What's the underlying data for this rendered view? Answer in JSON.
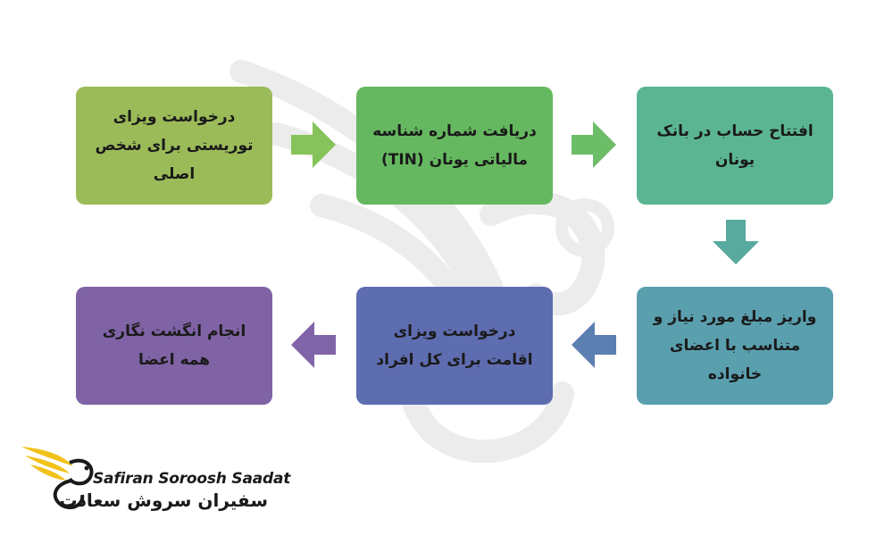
{
  "steps": [
    {
      "text": "درخواست ویزای\nتوریستی برای شخص\nاصلی",
      "color": "#9bbb59"
    },
    {
      "text": "دریافت شماره شناسه\nمالیاتی یونان (TIN)",
      "color": "#66b860"
    },
    {
      "text": "افتتاح حساب در بانک\nیونان",
      "color": "#5bb593"
    },
    {
      "text": "واریز مبلغ مورد نیاز و\nمتناسب با اعضای\nخانواده",
      "color": "#5a9fae"
    },
    {
      "text": "درخواست ویزای\nاقامت برای کل افراد",
      "color": "#5e6cb0"
    },
    {
      "text": "انجام انگشت نگاری\nهمه اعضا",
      "color": "#7f63a5"
    }
  ],
  "arrows": [
    {
      "color": "#86c35a",
      "direction": "right"
    },
    {
      "color": "#6cbd68",
      "direction": "right"
    },
    {
      "color": "#58a99e",
      "direction": "down"
    },
    {
      "color": "#5a7fb0",
      "direction": "left"
    },
    {
      "color": "#8064a8",
      "direction": "left"
    }
  ],
  "logo": {
    "english": "Safiran Soroosh Saadat",
    "persian": "سفیران سروش سعادت",
    "wing_color": "#f2c21b"
  }
}
